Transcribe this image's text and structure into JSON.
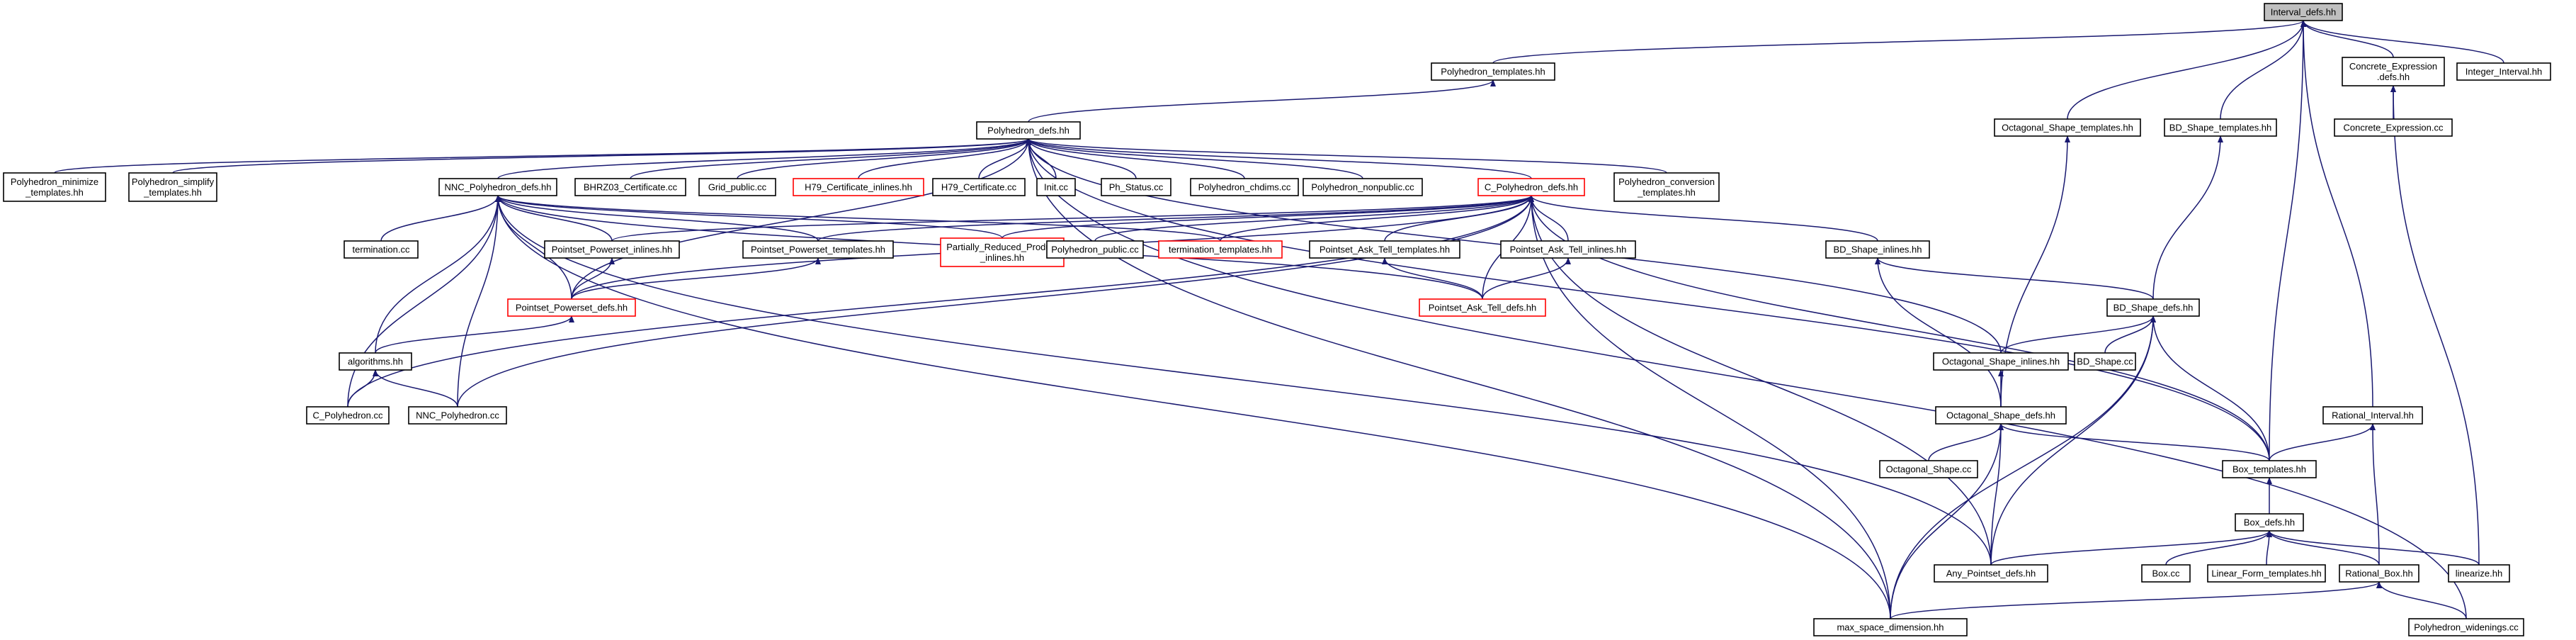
{
  "graph": {
    "colors": {
      "edge": "#191970",
      "node_border": "#000000",
      "highlight_border": "#ff0000",
      "root_fill": "#bfbfbf",
      "background": "#ffffff"
    },
    "nodes": [
      {
        "id": "interval_defs",
        "label": [
          "Interval_defs.hh"
        ],
        "root": true
      },
      {
        "id": "poly_templates",
        "label": [
          "Polyhedron_templates.hh"
        ]
      },
      {
        "id": "concrete_expr_defs",
        "label": [
          "Concrete_Expression",
          ".defs.hh"
        ]
      },
      {
        "id": "integer_interval",
        "label": [
          "Integer_Interval.hh"
        ]
      },
      {
        "id": "poly_defs",
        "label": [
          "Polyhedron_defs.hh"
        ]
      },
      {
        "id": "oct_shape_templates",
        "label": [
          "Octagonal_Shape_templates.hh"
        ]
      },
      {
        "id": "bd_shape_templates",
        "label": [
          "BD_Shape_templates.hh"
        ]
      },
      {
        "id": "concrete_expr_cc",
        "label": [
          "Concrete_Expression.cc"
        ]
      },
      {
        "id": "poly_minimize",
        "label": [
          "Polyhedron_minimize",
          "_templates.hh"
        ]
      },
      {
        "id": "poly_simplify",
        "label": [
          "Polyhedron_simplify",
          "_templates.hh"
        ]
      },
      {
        "id": "nnc_poly_defs",
        "label": [
          "NNC_Polyhedron_defs.hh"
        ]
      },
      {
        "id": "bhrz03",
        "label": [
          "BHRZ03_Certificate.cc"
        ]
      },
      {
        "id": "grid_public",
        "label": [
          "Grid_public.cc"
        ]
      },
      {
        "id": "h79_cert_inlines",
        "label": [
          "H79_Certificate_inlines.hh"
        ],
        "red": true
      },
      {
        "id": "h79_cert_cc",
        "label": [
          "H79_Certificate.cc"
        ]
      },
      {
        "id": "init_cc",
        "label": [
          "Init.cc"
        ]
      },
      {
        "id": "ph_status",
        "label": [
          "Ph_Status.cc"
        ]
      },
      {
        "id": "poly_chdims",
        "label": [
          "Polyhedron_chdims.cc"
        ]
      },
      {
        "id": "poly_nonpublic",
        "label": [
          "Polyhedron_nonpublic.cc"
        ]
      },
      {
        "id": "c_poly_defs",
        "label": [
          "C_Polyhedron_defs.hh"
        ],
        "red": true
      },
      {
        "id": "poly_conversion",
        "label": [
          "Polyhedron_conversion",
          "_templates.hh"
        ]
      },
      {
        "id": "termination_cc",
        "label": [
          "termination.cc"
        ]
      },
      {
        "id": "pointset_powerset_inlines",
        "label": [
          "Pointset_Powerset_inlines.hh"
        ]
      },
      {
        "id": "pointset_powerset_templates",
        "label": [
          "Pointset_Powerset_templates.hh"
        ]
      },
      {
        "id": "partially_reduced",
        "label": [
          "Partially_Reduced_Product",
          "_inlines.hh"
        ],
        "red": true
      },
      {
        "id": "poly_public",
        "label": [
          "Polyhedron_public.cc"
        ]
      },
      {
        "id": "termination_templates",
        "label": [
          "termination_templates.hh"
        ],
        "red": true
      },
      {
        "id": "pointset_ask_tell_templates",
        "label": [
          "Pointset_Ask_Tell_templates.hh"
        ]
      },
      {
        "id": "pointset_ask_tell_inlines",
        "label": [
          "Pointset_Ask_Tell_inlines.hh"
        ]
      },
      {
        "id": "bd_shape_inlines",
        "label": [
          "BD_Shape_inlines.hh"
        ]
      },
      {
        "id": "pointset_powerset_defs",
        "label": [
          "Pointset_Powerset_defs.hh"
        ],
        "red": true
      },
      {
        "id": "pointset_ask_tell_defs",
        "label": [
          "Pointset_Ask_Tell_defs.hh"
        ],
        "red": true
      },
      {
        "id": "bd_shape_defs",
        "label": [
          "BD_Shape_defs.hh"
        ]
      },
      {
        "id": "algorithms",
        "label": [
          "algorithms.hh"
        ]
      },
      {
        "id": "oct_shape_inlines",
        "label": [
          "Octagonal_Shape_inlines.hh"
        ]
      },
      {
        "id": "bd_shape_cc",
        "label": [
          "BD_Shape.cc"
        ]
      },
      {
        "id": "c_poly_cc",
        "label": [
          "C_Polyhedron.cc"
        ]
      },
      {
        "id": "nnc_poly_cc",
        "label": [
          "NNC_Polyhedron.cc"
        ]
      },
      {
        "id": "rational_interval",
        "label": [
          "Rational_Interval.hh"
        ]
      },
      {
        "id": "oct_shape_defs",
        "label": [
          "Octagonal_Shape_defs.hh"
        ]
      },
      {
        "id": "oct_shape_cc",
        "label": [
          "Octagonal_Shape.cc"
        ]
      },
      {
        "id": "box_templates",
        "label": [
          "Box_templates.hh"
        ]
      },
      {
        "id": "box_defs",
        "label": [
          "Box_defs.hh"
        ]
      },
      {
        "id": "any_pointset_defs",
        "label": [
          "Any_Pointset_defs.hh"
        ]
      },
      {
        "id": "box_cc",
        "label": [
          "Box.cc"
        ]
      },
      {
        "id": "linear_form_templates",
        "label": [
          "Linear_Form_templates.hh"
        ]
      },
      {
        "id": "rational_box",
        "label": [
          "Rational_Box.hh"
        ]
      },
      {
        "id": "linearize",
        "label": [
          "linearize.hh"
        ]
      },
      {
        "id": "max_space_dimension",
        "label": [
          "max_space_dimension.hh"
        ]
      },
      {
        "id": "poly_widenings",
        "label": [
          "Polyhedron_widenings.cc"
        ]
      }
    ],
    "edges": [
      [
        "interval_defs",
        "poly_templates"
      ],
      [
        "interval_defs",
        "concrete_expr_defs"
      ],
      [
        "interval_defs",
        "integer_interval"
      ],
      [
        "interval_defs",
        "oct_shape_templates"
      ],
      [
        "interval_defs",
        "bd_shape_templates"
      ],
      [
        "interval_defs",
        "box_templates"
      ],
      [
        "interval_defs",
        "rational_interval"
      ],
      [
        "poly_templates",
        "poly_defs"
      ],
      [
        "concrete_expr_defs",
        "concrete_expr_cc"
      ],
      [
        "concrete_expr_defs",
        "linearize"
      ],
      [
        "poly_defs",
        "poly_minimize"
      ],
      [
        "poly_defs",
        "poly_simplify"
      ],
      [
        "poly_defs",
        "nnc_poly_defs"
      ],
      [
        "poly_defs",
        "bhrz03"
      ],
      [
        "poly_defs",
        "grid_public"
      ],
      [
        "poly_defs",
        "h79_cert_inlines"
      ],
      [
        "poly_defs",
        "h79_cert_cc"
      ],
      [
        "poly_defs",
        "init_cc"
      ],
      [
        "poly_defs",
        "ph_status"
      ],
      [
        "poly_defs",
        "poly_chdims"
      ],
      [
        "poly_defs",
        "poly_nonpublic"
      ],
      [
        "poly_defs",
        "c_poly_defs"
      ],
      [
        "poly_defs",
        "poly_conversion"
      ],
      [
        "poly_defs",
        "pointset_powerset_defs"
      ],
      [
        "poly_defs",
        "max_space_dimension"
      ],
      [
        "poly_defs",
        "poly_widenings"
      ],
      [
        "poly_defs",
        "oct_shape_inlines"
      ],
      [
        "poly_defs",
        "box_templates"
      ],
      [
        "nnc_poly_defs",
        "termination_cc"
      ],
      [
        "nnc_poly_defs",
        "pointset_powerset_inlines"
      ],
      [
        "nnc_poly_defs",
        "pointset_powerset_templates"
      ],
      [
        "nnc_poly_defs",
        "partially_reduced"
      ],
      [
        "nnc_poly_defs",
        "termination_templates"
      ],
      [
        "nnc_poly_defs",
        "pointset_powerset_defs"
      ],
      [
        "nnc_poly_defs",
        "pointset_ask_tell_defs"
      ],
      [
        "nnc_poly_defs",
        "algorithms"
      ],
      [
        "nnc_poly_defs",
        "nnc_poly_cc"
      ],
      [
        "nnc_poly_defs",
        "c_poly_cc"
      ],
      [
        "nnc_poly_defs",
        "max_space_dimension"
      ],
      [
        "nnc_poly_defs",
        "any_pointset_defs"
      ],
      [
        "c_poly_defs",
        "pointset_powerset_inlines"
      ],
      [
        "c_poly_defs",
        "pointset_powerset_templates"
      ],
      [
        "c_poly_defs",
        "partially_reduced"
      ],
      [
        "c_poly_defs",
        "poly_public"
      ],
      [
        "c_poly_defs",
        "termination_templates"
      ],
      [
        "c_poly_defs",
        "pointset_ask_tell_templates"
      ],
      [
        "c_poly_defs",
        "pointset_ask_tell_inlines"
      ],
      [
        "c_poly_defs",
        "bd_shape_inlines"
      ],
      [
        "c_poly_defs",
        "pointset_powerset_defs"
      ],
      [
        "c_poly_defs",
        "pointset_ask_tell_defs"
      ],
      [
        "c_poly_defs",
        "c_poly_cc"
      ],
      [
        "c_poly_defs",
        "nnc_poly_cc"
      ],
      [
        "c_poly_defs",
        "any_pointset_defs"
      ],
      [
        "c_poly_defs",
        "max_space_dimension"
      ],
      [
        "c_poly_defs",
        "box_templates"
      ],
      [
        "pointset_powerset_inlines",
        "pointset_powerset_defs"
      ],
      [
        "pointset_powerset_templates",
        "pointset_powerset_defs"
      ],
      [
        "pointset_ask_tell_templates",
        "pointset_ask_tell_defs"
      ],
      [
        "pointset_ask_tell_inlines",
        "pointset_ask_tell_defs"
      ],
      [
        "pointset_powerset_defs",
        "algorithms"
      ],
      [
        "algorithms",
        "c_poly_cc"
      ],
      [
        "algorithms",
        "nnc_poly_cc"
      ],
      [
        "bd_shape_inlines",
        "bd_shape_defs"
      ],
      [
        "bd_shape_inlines",
        "oct_shape_defs"
      ],
      [
        "bd_shape_templates",
        "bd_shape_defs"
      ],
      [
        "bd_shape_defs",
        "oct_shape_inlines"
      ],
      [
        "bd_shape_defs",
        "bd_shape_cc"
      ],
      [
        "bd_shape_defs",
        "any_pointset_defs"
      ],
      [
        "bd_shape_defs",
        "max_space_dimension"
      ],
      [
        "bd_shape_defs",
        "box_templates"
      ],
      [
        "oct_shape_templates",
        "oct_shape_defs"
      ],
      [
        "oct_shape_inlines",
        "oct_shape_defs"
      ],
      [
        "oct_shape_defs",
        "oct_shape_cc"
      ],
      [
        "oct_shape_defs",
        "any_pointset_defs"
      ],
      [
        "oct_shape_defs",
        "max_space_dimension"
      ],
      [
        "oct_shape_defs",
        "box_templates"
      ],
      [
        "rational_interval",
        "box_templates"
      ],
      [
        "rational_interval",
        "rational_box"
      ],
      [
        "box_templates",
        "box_defs"
      ],
      [
        "box_defs",
        "box_cc"
      ],
      [
        "box_defs",
        "linear_form_templates"
      ],
      [
        "box_defs",
        "rational_box"
      ],
      [
        "box_defs",
        "linearize"
      ],
      [
        "box_defs",
        "any_pointset_defs"
      ],
      [
        "rational_box",
        "max_space_dimension"
      ],
      [
        "rational_box",
        "poly_widenings"
      ]
    ]
  }
}
